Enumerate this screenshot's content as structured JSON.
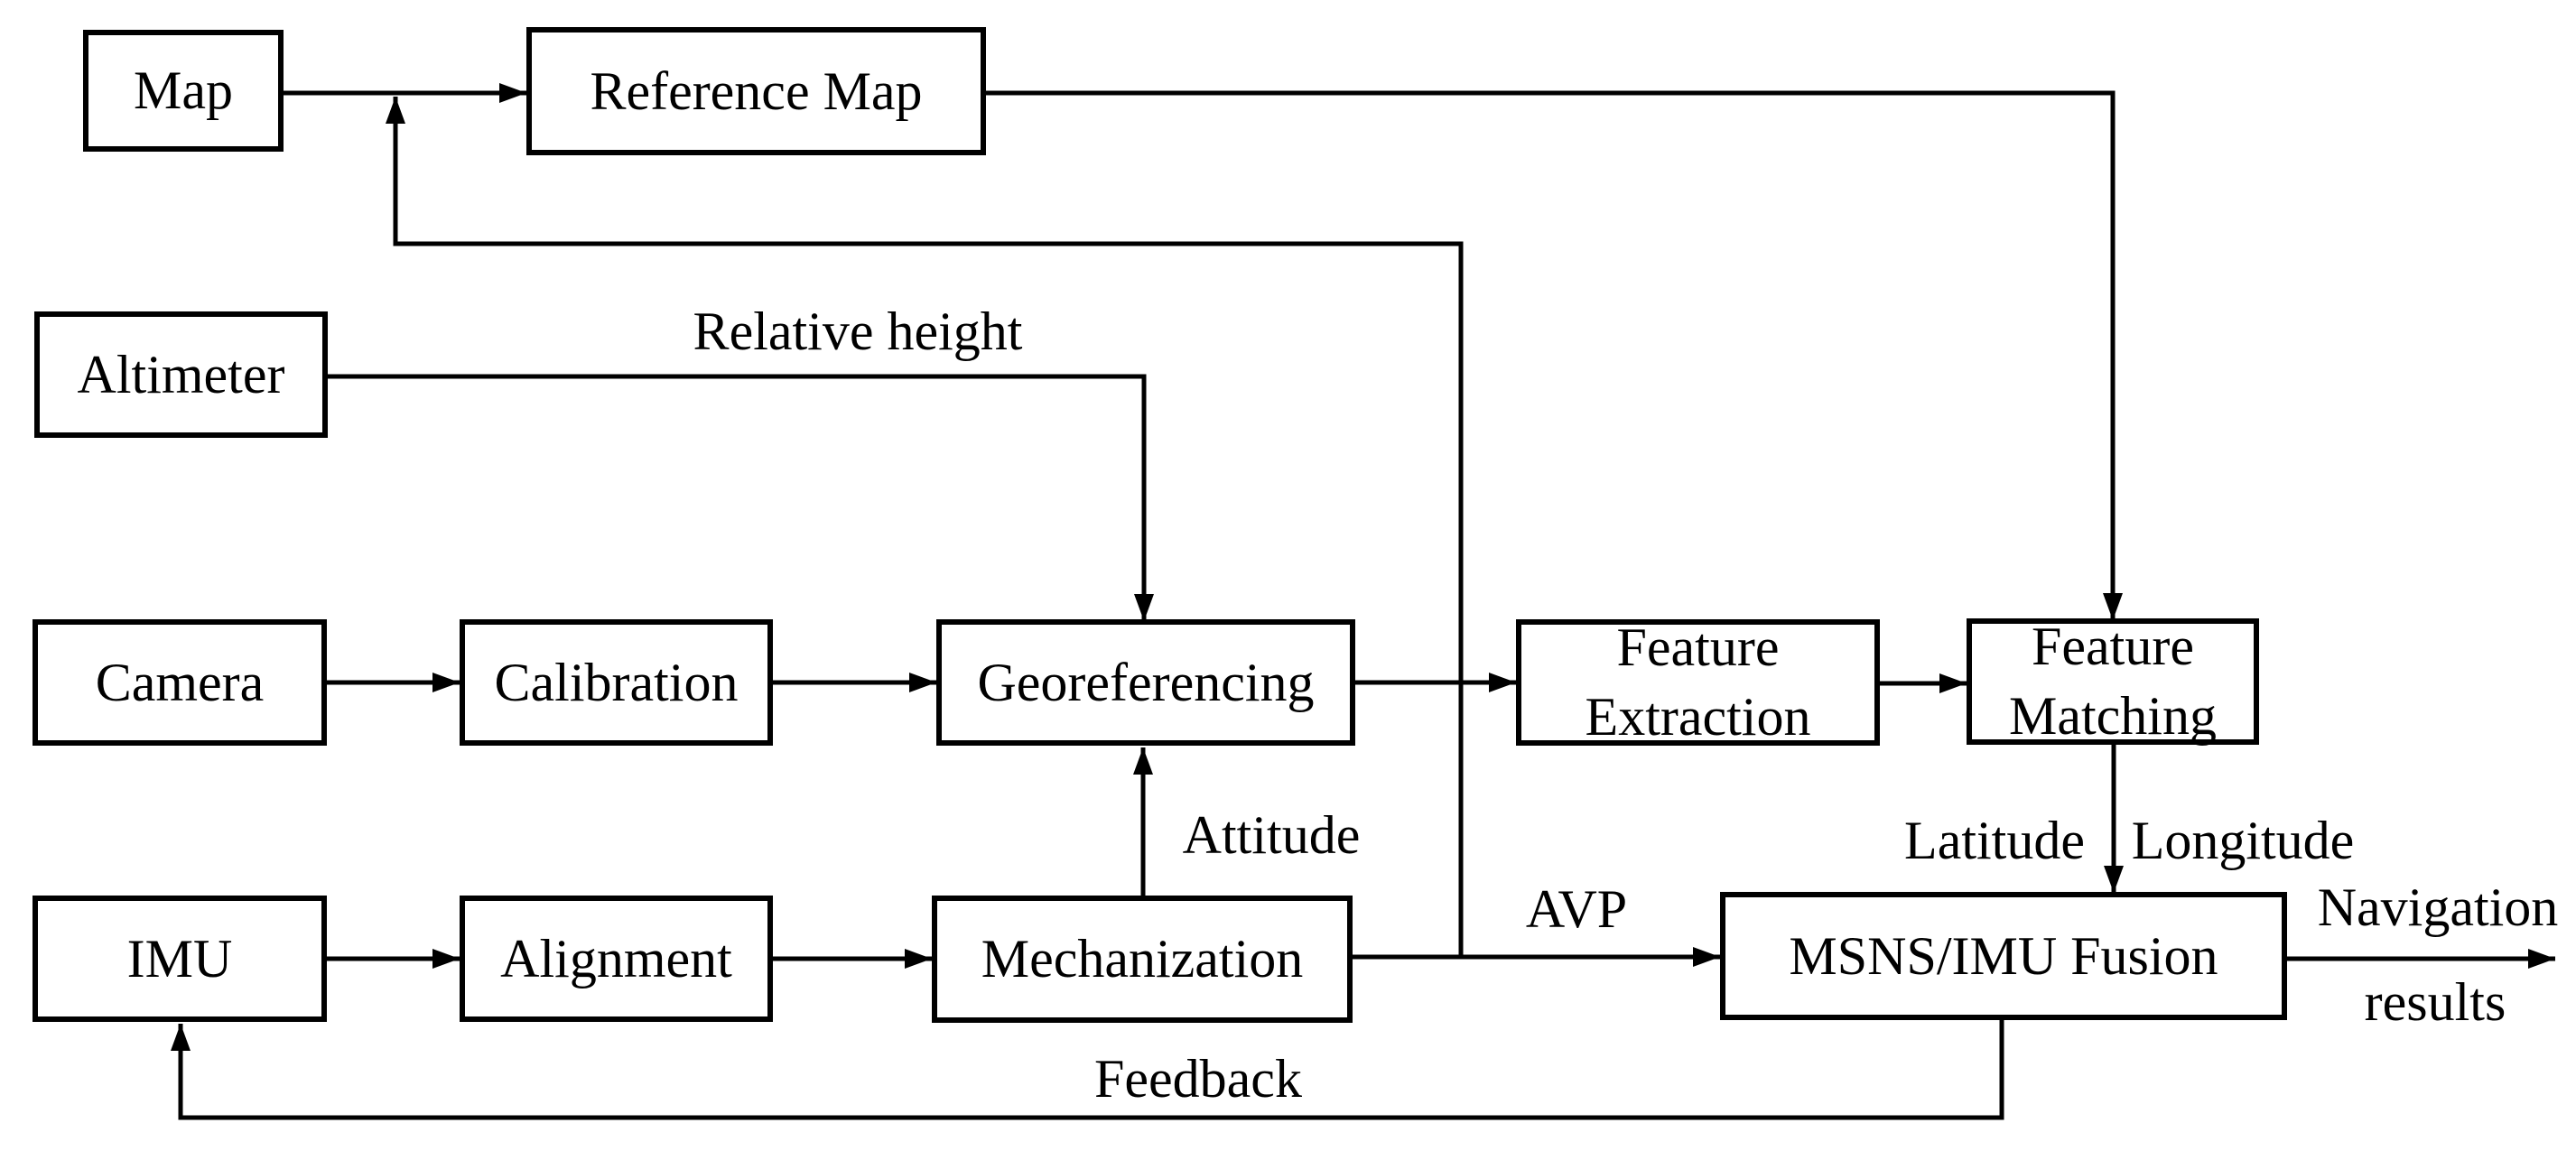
{
  "diagram": {
    "type": "block-flow-diagram",
    "description": "MSNS/IMU integrated navigation system block diagram"
  },
  "colors": {
    "line": "#000000",
    "box_border": "#000000",
    "box_fill": "#ffffff",
    "background": "#ffffff",
    "text": "#000000"
  },
  "nodes": {
    "map": {
      "label": "Map"
    },
    "reference_map": {
      "label": "Reference Map"
    },
    "altimeter": {
      "label": "Altimeter"
    },
    "camera": {
      "label": "Camera"
    },
    "calibration": {
      "label": "Calibration"
    },
    "georeferencing": {
      "label": "Georeferencing"
    },
    "feature_extraction": {
      "label": "Feature Extraction"
    },
    "feature_matching": {
      "label": "Feature Matching"
    },
    "imu": {
      "label": "IMU"
    },
    "alignment": {
      "label": "Alignment"
    },
    "mechanization": {
      "label": "Mechanization"
    },
    "fusion": {
      "label": "MSNS/IMU Fusion"
    }
  },
  "edge_labels": {
    "relative_height": "Relative height",
    "attitude": "Attitude",
    "latitude": "Latitude",
    "longitude": "Longitude",
    "avp": "AVP",
    "feedback": "Feedback",
    "navigation_line1": "Navigation",
    "navigation_line2": "results"
  },
  "edges": [
    {
      "from": "map",
      "to": "reference_map",
      "label": ""
    },
    {
      "from": "reference_map",
      "to": "feature_matching",
      "label": ""
    },
    {
      "from": "altimeter",
      "to": "georeferencing",
      "label": "Relative height"
    },
    {
      "from": "camera",
      "to": "calibration",
      "label": ""
    },
    {
      "from": "calibration",
      "to": "georeferencing",
      "label": ""
    },
    {
      "from": "georeferencing",
      "to": "feature_extraction",
      "label": ""
    },
    {
      "from": "feature_extraction",
      "to": "feature_matching",
      "label": ""
    },
    {
      "from": "feature_matching",
      "to": "fusion",
      "label": "Latitude Longitude"
    },
    {
      "from": "imu",
      "to": "alignment",
      "label": ""
    },
    {
      "from": "alignment",
      "to": "mechanization",
      "label": ""
    },
    {
      "from": "mechanization",
      "to": "georeferencing",
      "label": "Attitude"
    },
    {
      "from": "mechanization",
      "to": "fusion",
      "label": "AVP"
    },
    {
      "from": "mechanization",
      "to": "reference_map",
      "label": ""
    },
    {
      "from": "fusion",
      "to": "output",
      "label": "Navigation results"
    },
    {
      "from": "fusion",
      "to": "imu",
      "label": "Feedback"
    }
  ]
}
